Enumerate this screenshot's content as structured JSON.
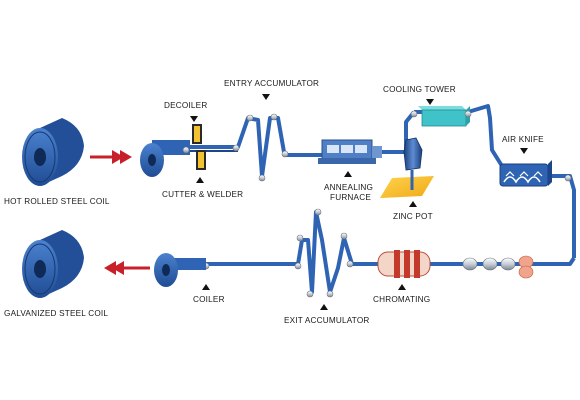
{
  "labels": {
    "hot_rolled_steel_coil": "HOT ROLLED STEEL COIL",
    "decoiler": "DECOILER",
    "cutter_welder": "CUTTER & WELDER",
    "entry_accumulator": "ENTRY ACCUMULATOR",
    "annealing_furnace_line1": "ANNEALING",
    "annealing_furnace_line2": "FURNACE",
    "cooling_tower": "COOLING TOWER",
    "zinc_pot": "ZINC POT",
    "air_knife": "AIR KNIFE",
    "chromating": "CHROMATING",
    "exit_accumulator": "EXIT ACCUMULATOR",
    "coiler": "COILER",
    "galvanized_steel_coil": "GALVANIZED STEEL COIL"
  },
  "colors": {
    "strip_blue": "#2e64b3",
    "strip_dark": "#1d4688",
    "coil_blue": "#2b5fae",
    "arrow_red": "#c8202a",
    "zinc_yellow": "#f4bd2a",
    "cooling_teal": "#3fc3c8",
    "furnace_blue": "#4f7fc4",
    "chromating_fill": "#f3d6c8",
    "chromating_red": "#c33a2c"
  },
  "icons": [
    "hot-rolled-coil-icon",
    "galvanized-coil-icon",
    "input-arrow-icon",
    "output-arrow-icon",
    "decoiler-icon",
    "cutter-welder-icon",
    "annealing-furnace-icon",
    "cooling-tower-icon",
    "zinc-pot-icon",
    "air-knife-icon",
    "chromating-icon",
    "coiler-icon",
    "roller-icon"
  ]
}
